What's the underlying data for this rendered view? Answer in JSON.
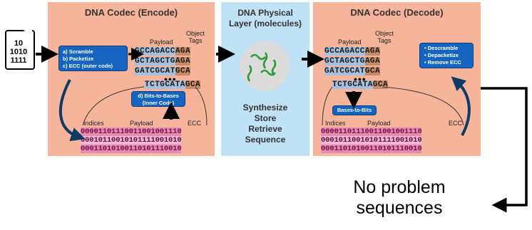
{
  "file_icon": {
    "lines": [
      "10",
      "1010",
      "1111"
    ]
  },
  "encode": {
    "title": "DNA Codec (Encode)",
    "steps": [
      "a) Scramble",
      "b) Packetize",
      "c) ECC  (outer code)"
    ],
    "header_payload": "Payload",
    "header_tags": "Object\nTags",
    "sequences": [
      {
        "payload": "GCCAGACC",
        "tag": "AGA"
      },
      {
        "payload": "GCTAGCTG",
        "tag": "AGA"
      },
      {
        "payload": "GATCGCAT",
        "tag": "GCA"
      },
      {
        "payload": "TCTGCATA",
        "tag": "GCA"
      }
    ],
    "dots": "•••",
    "bits_to_bases": [
      "d) Bits-to-Bases",
      "(Inner Code)"
    ],
    "indices_label": "Indices",
    "payload_label": "Payload",
    "ecc_label": "ECC",
    "bits": [
      "00001101110011001001110",
      "00010110010101111001010",
      "00011010100110101110010"
    ]
  },
  "physical": {
    "title": "DNA Physical\nLayer (molecules)",
    "steps": [
      "Synthesize",
      "Store",
      "Retrieve",
      "Sequence"
    ]
  },
  "decode": {
    "title": "DNA Codec (Decode)",
    "header_payload": "Payload",
    "header_tags": "Object\nTags",
    "sequences": [
      {
        "payload": "GCCAGACC",
        "tag": "AGA"
      },
      {
        "payload": "GCTAGCTG",
        "tag": "AGA"
      },
      {
        "payload": "GATCGCAT",
        "tag": "GCA"
      },
      {
        "payload": "TCTGCATA",
        "tag": "GCA"
      }
    ],
    "dots": "•••",
    "steps": [
      "• Descramble",
      "• Depacketize",
      "• Remove ECC"
    ],
    "bases_to_bits": "Bases-to-Bits",
    "indices_label": "Indices",
    "payload_label": "Payload",
    "ecc_label": "ECC",
    "bits": [
      "00001101110011001001110",
      "00010110010101111001010",
      "00011010100110101110010"
    ]
  },
  "note": "No problem\nsequences"
}
